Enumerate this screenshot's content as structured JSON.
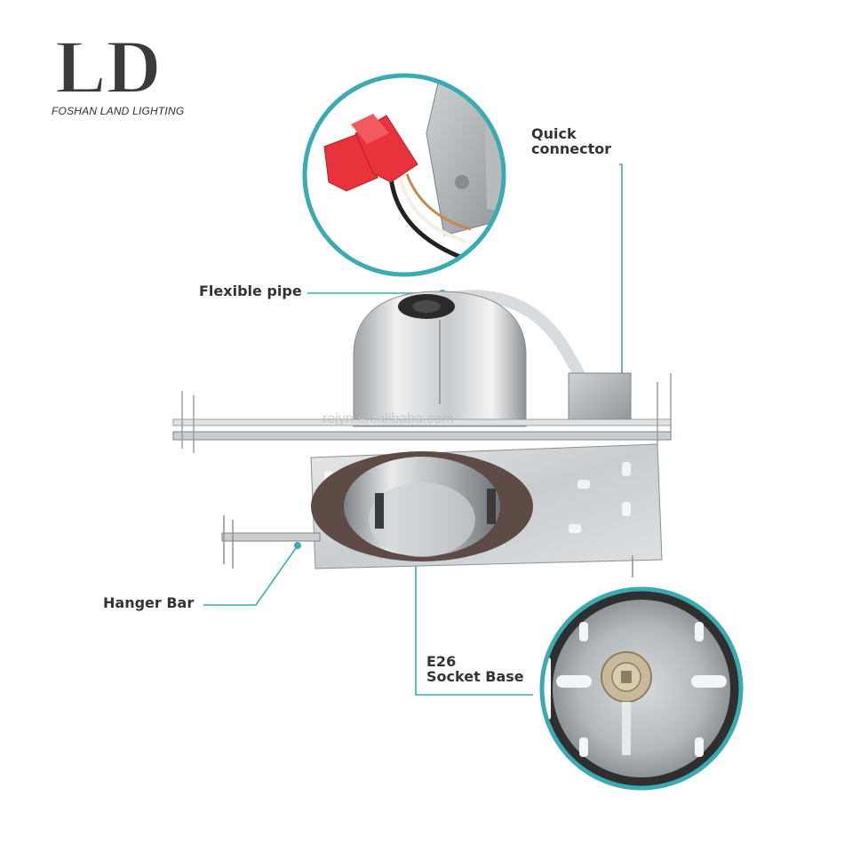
{
  "brand": {
    "mark": "LD",
    "name": "FOSHAN LAND LIGHTING"
  },
  "labels": {
    "quick_connector_line1": "Quick",
    "quick_connector_line2": "connector",
    "flexible_pipe": "Flexible pipe",
    "hanger_bar": "Hanger Bar",
    "e26_line1": "E26",
    "e26_line2": "Socket Base"
  },
  "watermark": "rejyn.en.alibaba.com",
  "colors": {
    "callout_teal": "#3aaab3",
    "label_text": "#333333",
    "connector_red": "#e8333c"
  }
}
